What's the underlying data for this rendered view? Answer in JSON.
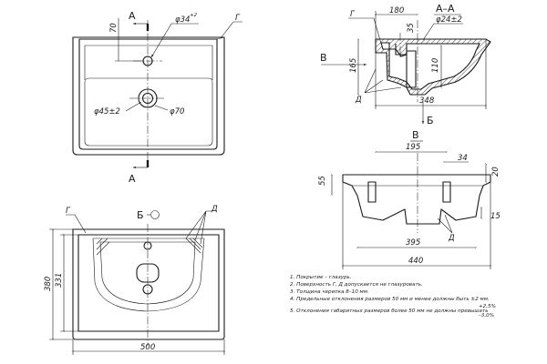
{
  "section_labels": {
    "a_top": "А",
    "a_bottom": "А",
    "section_title": "А–А",
    "b_view": "В",
    "b_view_title": "В",
    "b_marker": "Б",
    "b_arrow": "Б"
  },
  "callouts": {
    "g_plan": "Г",
    "g_section": "Г",
    "g_front": "Г",
    "d_section": "Д",
    "d_back": "Д",
    "d_front": "Д"
  },
  "dimensions": {
    "plan_70_top": "70",
    "plan_phi34": "φ34",
    "plan_phi34_tol": "+2",
    "plan_phi45": "φ45±2",
    "plan_phi70": "φ70",
    "sec_180": "180",
    "sec_35": "35",
    "sec_phi24": "φ24±2",
    "sec_165": "165",
    "sec_110": "110",
    "sec_348": "348",
    "back_195": "195",
    "back_34": "34",
    "back_20": "20",
    "back_55": "55",
    "back_15": "15",
    "back_395": "395",
    "back_440": "440",
    "front_380": "380",
    "front_331": "331",
    "front_500": "500"
  },
  "notes": [
    "1.  Покрытие – глазурь.",
    "2.  Поверхность  Г, Д допускается не глазуровать.",
    "3.  Толщина черепка 8–10 мм.",
    "4.  Предельные отклонения размеров 50 мм и менее должны быть ±2  мм.",
    "5.  Отклонения габаритных размеров более 50 мм не должны превышать"
  ],
  "note5_tol_plus": "+2,5%",
  "note5_tol_minus": "–3,0%"
}
